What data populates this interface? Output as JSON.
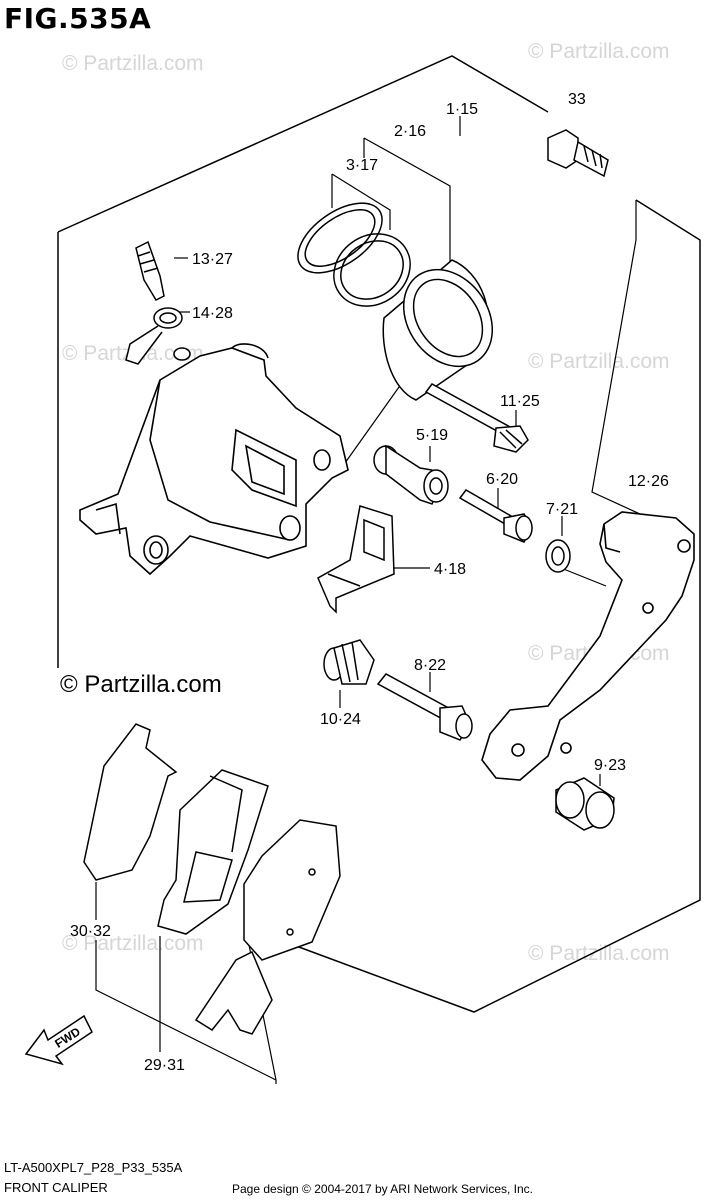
{
  "figure": {
    "title": "FIG.535A"
  },
  "watermark": {
    "text": "© Partzilla.com",
    "main_text": "© Partzilla.com"
  },
  "labels": {
    "p33": "33",
    "p1_15": "1·15",
    "p2_16": "2·16",
    "p3_17": "3·17",
    "p13_27": "13·27",
    "p14_28": "14·28",
    "p11_25": "11·25",
    "p5_19": "5·19",
    "p6_20": "6·20",
    "p12_26": "12·26",
    "p7_21": "7·21",
    "p4_18": "4·18",
    "p8_22": "8·22",
    "p10_24": "10·24",
    "p9_23": "9·23",
    "p30_32": "30·32",
    "p29_31": "29·31"
  },
  "fwd_label": "FWD",
  "footer": {
    "code": "LT-A500XPL7_P28_P33_535A",
    "name": "FRONT CALIPER",
    "copyright": "Page design © 2004-2017 by ARI Network Services, Inc."
  },
  "colors": {
    "line": "#000000",
    "watermark": "#d6d6d6",
    "background": "#ffffff"
  }
}
